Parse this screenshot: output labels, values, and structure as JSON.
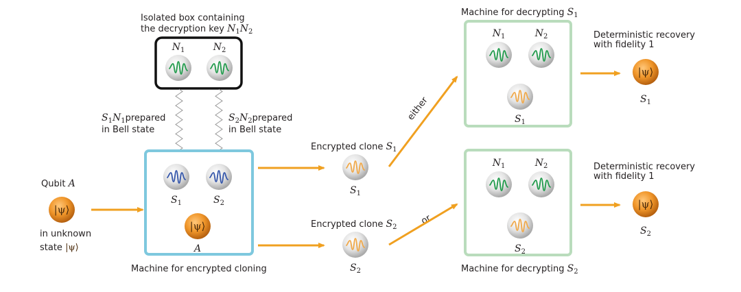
{
  "colors": {
    "arrow": "#f0a020",
    "key_box": "#111111",
    "cloning_box": "#7ec8de",
    "decrypt_box": "#b9dcbc",
    "wave_green": "#1f9a4a",
    "wave_blue": "#3355aa",
    "wave_orange": "#f0a848",
    "orange_sphere": "#f0962a",
    "grey_sphere": "#d9d9d9"
  },
  "key_box": {
    "title_line1": "Isolated box containing",
    "title_line2": "the decryption key",
    "title_math": "N",
    "title_math_sub1": "1",
    "title_math2": "N",
    "title_math_sub2": "2",
    "qubits": [
      {
        "label": "N",
        "sub": "1",
        "wave": "green"
      },
      {
        "label": "N",
        "sub": "2",
        "wave": "green"
      }
    ]
  },
  "bell_labels": [
    {
      "math": "S",
      "sub": "1",
      "math2": "N",
      "sub2": "1",
      "line1": "prepared",
      "line2": "in Bell state"
    },
    {
      "math": "S",
      "sub": "2",
      "math2": "N",
      "sub2": "2",
      "line1": "prepared",
      "line2": "in Bell state"
    }
  ],
  "input_qubit": {
    "title": "Qubit",
    "title_math": "A",
    "ket": "|ψ⟩",
    "caption_line1": "in unknown",
    "caption_line2": "state",
    "caption_ket": "|ψ⟩"
  },
  "cloning_machine": {
    "caption": "Machine for encrypted cloning",
    "qubits": [
      {
        "label": "S",
        "sub": "1",
        "wave": "blue"
      },
      {
        "label": "S",
        "sub": "2",
        "wave": "blue"
      }
    ],
    "input": {
      "label": "A",
      "ket": "|ψ⟩"
    }
  },
  "clones": [
    {
      "title": "Encrypted clone",
      "math": "S",
      "sub": "1",
      "label": "S",
      "label_sub": "1"
    },
    {
      "title": "Encrypted clone",
      "math": "S",
      "sub": "2",
      "label": "S",
      "label_sub": "2"
    }
  ],
  "branch_labels": {
    "top": "either",
    "bottom": "or"
  },
  "decrypt_machines": [
    {
      "caption": "Machine for decrypting",
      "caption_math": "S",
      "caption_sub": "1",
      "keys": [
        {
          "label": "N",
          "sub": "1"
        },
        {
          "label": "N",
          "sub": "2"
        }
      ],
      "clone": {
        "label": "S",
        "sub": "1"
      }
    },
    {
      "caption": "Machine for decrypting",
      "caption_math": "S",
      "caption_sub": "2",
      "keys": [
        {
          "label": "N",
          "sub": "1"
        },
        {
          "label": "N",
          "sub": "2"
        }
      ],
      "clone": {
        "label": "S",
        "sub": "2"
      }
    }
  ],
  "recoveries": [
    {
      "line1": "Deterministic recovery",
      "line2": "with fidelity 1",
      "ket": "|ψ⟩",
      "label": "S",
      "sub": "1"
    },
    {
      "line1": "Deterministic recovery",
      "line2": "with fidelity 1",
      "ket": "|ψ⟩",
      "label": "S",
      "sub": "2"
    }
  ]
}
